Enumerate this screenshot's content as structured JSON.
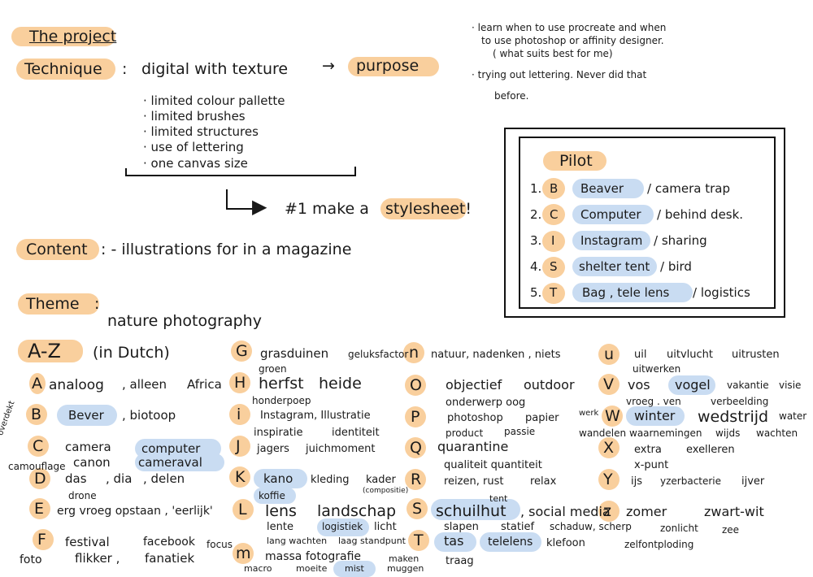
{
  "project": {
    "heading": "The project",
    "technique_label": "Technique",
    "colon": ":",
    "technique_value": "digital with texture",
    "purpose": "purpose",
    "bullets": [
      "· limited colour pallette",
      "· limited brushes",
      "· limited structures",
      "· use of lettering",
      "· one canvas size"
    ],
    "stylesheet_prefix": "#1 make a",
    "stylesheet_word": "stylesheet!",
    "content_label": "Content",
    "content_value": ": - illustrations for in a magazine",
    "theme_label": "Theme",
    "theme_value": "nature photography"
  },
  "notes": [
    "· learn when to use procreate and when",
    "to use photoshop or affinity designer.",
    "( what suits best for me)",
    "· trying out lettering. Never did that",
    "before."
  ],
  "pilot": {
    "title": "Pilot",
    "items": [
      {
        "num": "1.",
        "letter": "B",
        "word": "Beaver",
        "rest": "/ camera trap"
      },
      {
        "num": "2.",
        "letter": "C",
        "word": "Computer",
        "rest": "/ behind desk."
      },
      {
        "num": "3.",
        "letter": "I",
        "word": "Instagram",
        "rest": "/ sharing"
      },
      {
        "num": "4.",
        "letter": "S",
        "word": "shelter tent",
        "rest": "/ bird"
      },
      {
        "num": "5.",
        "letter": "T",
        "word": "Bag , tele lens",
        "rest": "/ logistics"
      }
    ]
  },
  "az": {
    "title": "A-Z",
    "subtitle": "(in Dutch)",
    "letters": {
      "A": "A",
      "B": "B",
      "C": "C",
      "D": "D",
      "E": "E",
      "F": "F",
      "G": "G",
      "H": "H",
      "I": "i",
      "J": "J",
      "K": "K",
      "L": "L",
      "M": "m",
      "N": "n",
      "O": "O",
      "P": "P",
      "Q": "Q",
      "R": "R",
      "S": "S",
      "T": "T",
      "U": "u",
      "V": "V",
      "W": "W",
      "X": "X",
      "Y": "Y",
      "Z": "z"
    },
    "col1": {
      "a1": "analoog",
      "a2": ", alleen",
      "a3": "Africa",
      "b1": "Bever",
      "b2": ", biotoop",
      "side": "overdekt",
      "c1": "camera",
      "c2": "computer",
      "c3": "camouflage",
      "c4": "canon",
      "c5": "cameraval",
      "d1": "das",
      "d2": ", dia",
      "d3": ", delen",
      "d4": "drone",
      "e1": "erg vroeg opstaan , 'eerlijk'",
      "f1": "festival",
      "f2": "facebook",
      "f3": "focus",
      "f4": "foto",
      "f5": "flikker ,",
      "f6": "fanatiek"
    },
    "col2": {
      "g1": "grasduinen",
      "g2": "geluksfactor",
      "g3": "groen",
      "h1": "herfst",
      "h2": "heide",
      "h3": "honderpoep",
      "i1": "Instagram, Illustratie",
      "i2": "inspiratie",
      "i3": "identiteit",
      "j1": "jagers",
      "j2": "juichmoment",
      "k1": "kano",
      "k2": "kleding",
      "k3": "kader",
      "k4": "(compositie)",
      "k5": "koffie",
      "l1": "lens",
      "l2": "landschap",
      "l3": "lente",
      "l4": "logistiek",
      "l5": "licht",
      "l6": "lang wachten",
      "l7": "laag standpunt",
      "m1": "massa fotografie",
      "m2": "maken",
      "m3": "macro",
      "m4": "moeite",
      "m5": "mist",
      "m6": "muggen"
    },
    "col3": {
      "n1": "natuur, nadenken , niets",
      "o1": "objectief",
      "o2": "outdoor",
      "o3": "onderwerp oog",
      "p1": "photoshop",
      "p2": "papier",
      "p3": "product",
      "p4": "passie",
      "q1": "quarantine",
      "q2": "qualiteit quantiteit",
      "r1": "reizen, rust",
      "r2": "relax",
      "s1": "schuilhut",
      "s2": ", social media",
      "s3": "tent",
      "s4": "slapen",
      "s5": "statief",
      "t1": "tas",
      "t2": "telelens",
      "t3": "klefoon",
      "t4": "traag"
    },
    "col4": {
      "u1": "uil",
      "u2": "uitvlucht",
      "u3": "uitrusten",
      "u4": "uitwerken",
      "v1": "vos",
      "v2": "vogel",
      "v3": "vakantie",
      "v4": "visie",
      "v5": "vroeg",
      "v6": ". ven",
      "v7": "verbeelding",
      "w0": "werk",
      "w1": "winter",
      "w2": "wedstrijd",
      "w3": "water",
      "w4": "wandelen",
      "w5": "waarnemingen",
      "w6": "wijds",
      "w7": "wachten",
      "x1": "extra",
      "x2": "exelleren",
      "x3": "x-punt",
      "y1": "ijs",
      "y2": "yzerbacterie",
      "y3": "ijver",
      "z1": "zomer",
      "z2": "zwart-wit",
      "z3": "schaduw, scherp",
      "z4": "zonlicht",
      "z5": "zee",
      "z6": "zelfontploding"
    }
  },
  "colors": {
    "orange": "#f9cf9d",
    "blue": "#c9dcf2",
    "ink": "#1a1a1a"
  }
}
